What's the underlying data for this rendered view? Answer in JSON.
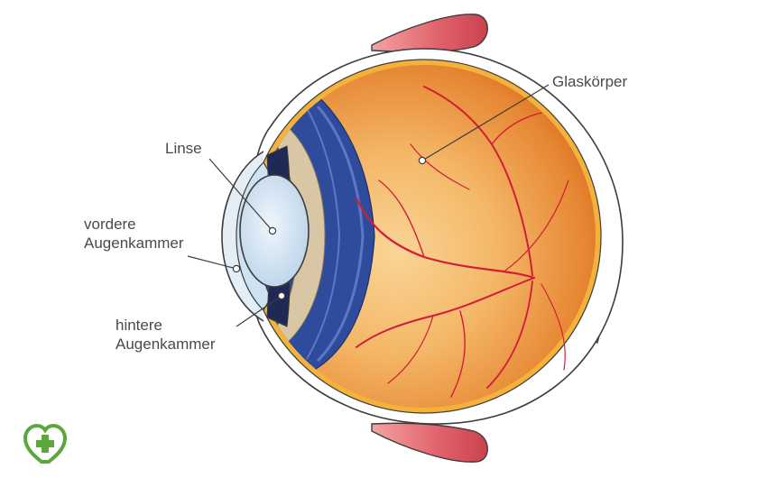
{
  "labels": {
    "glaskoerper": "Glaskörper",
    "linse": "Linse",
    "vordere": {
      "line1": "vordere",
      "line2": "Augenkammer"
    },
    "hintere": {
      "line1": "hintere",
      "line2": "Augenkammer"
    }
  },
  "colors": {
    "outline": "#3d3d3d",
    "sclera": "#ffffff",
    "choroid_line": "#f4b23c",
    "vitreous_outer": "#e07a2a",
    "vitreous_inner": "#f6c57c",
    "vessel": "#d11d3a",
    "ciliary_blue": "#2f4c9c",
    "ciliary_tan": "#d9c6a4",
    "lens": "#d4e6f4",
    "cornea": "#e3eef7",
    "muscle": "#d9545f",
    "optic_nerve": "#f7e7a6",
    "leader": "#3d3d3d",
    "logo": "#5aa83c"
  },
  "icons": {
    "logo": "heart-cross-icon"
  }
}
